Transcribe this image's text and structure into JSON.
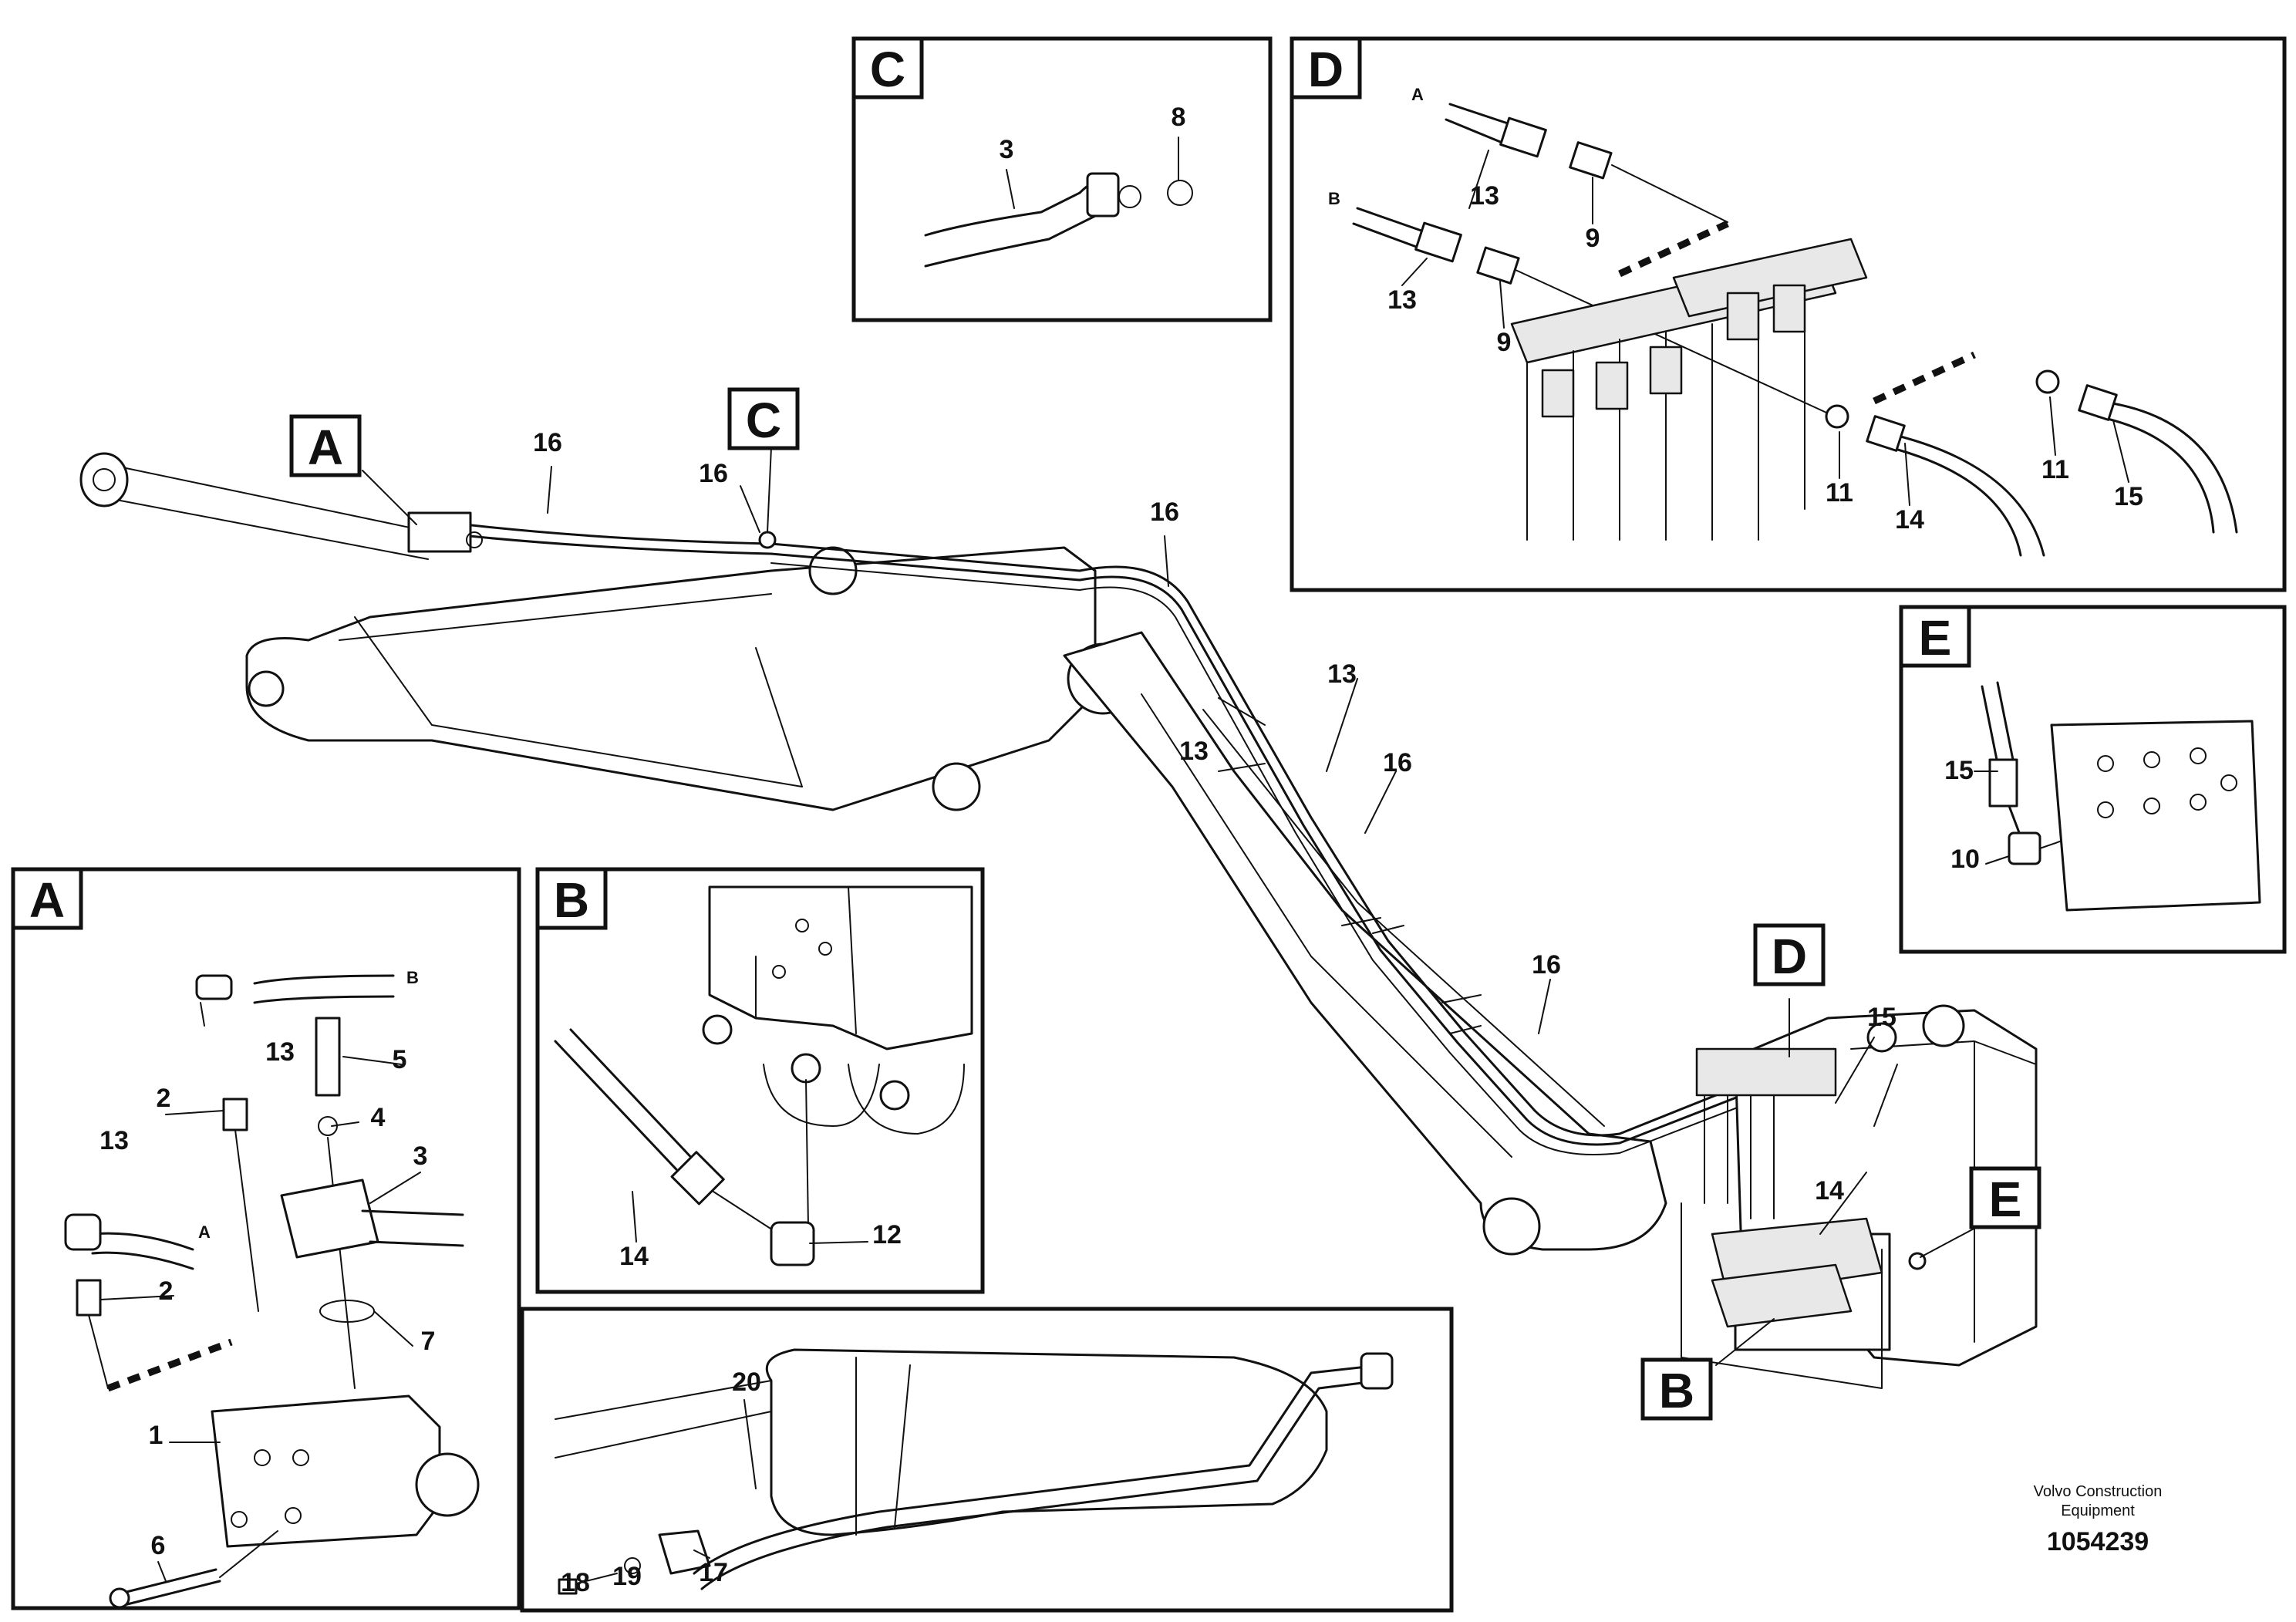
{
  "detail_tags": {
    "a": "A",
    "b": "B",
    "c": "C",
    "d": "D",
    "e": "E"
  },
  "callouts": {
    "c1": "1",
    "c2": "2",
    "c3": "3",
    "c4": "4",
    "c5": "5",
    "c6": "6",
    "c7": "7",
    "c8": "8",
    "c9": "9",
    "c10": "10",
    "c11": "11",
    "c12": "12",
    "c13": "13",
    "c14": "14",
    "c15": "15",
    "c16": "16",
    "c17": "17",
    "c18": "18",
    "c19": "19",
    "c20": "20"
  },
  "hose_ends": {
    "a": "A",
    "b": "B"
  },
  "brand": {
    "line1": "Volvo Construction",
    "line2": "Equipment"
  },
  "figure_number": "1054239"
}
